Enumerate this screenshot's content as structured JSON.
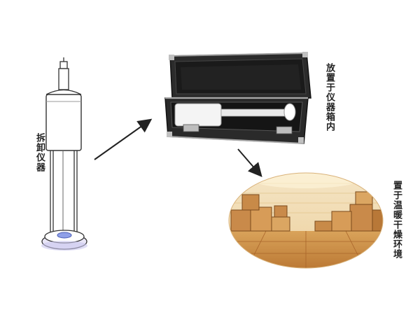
{
  "steps": [
    {
      "label": "拆卸仪器"
    },
    {
      "label": "放置于仪器箱内"
    },
    {
      "label": "置于温暖干燥环境"
    }
  ]
}
